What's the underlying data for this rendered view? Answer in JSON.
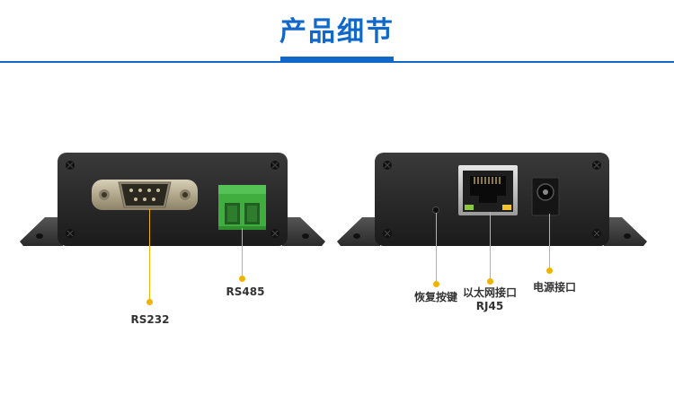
{
  "header": {
    "title": "产品细节",
    "accent_color": "#1268c9"
  },
  "callouts": {
    "color": "#f0b400",
    "rs232": {
      "label": "RS232"
    },
    "rs485": {
      "label": "RS485"
    },
    "reset": {
      "label": "恢复按键"
    },
    "ethernet": {
      "label_line1": "以太网接口",
      "label_line2": "RJ45"
    },
    "power": {
      "label": "电源接口"
    }
  },
  "icons": [
    "screw-icon",
    "db9-connector-icon",
    "terminal-block-icon",
    "rj45-port-icon",
    "reset-hole-icon",
    "dc-jack-icon"
  ]
}
